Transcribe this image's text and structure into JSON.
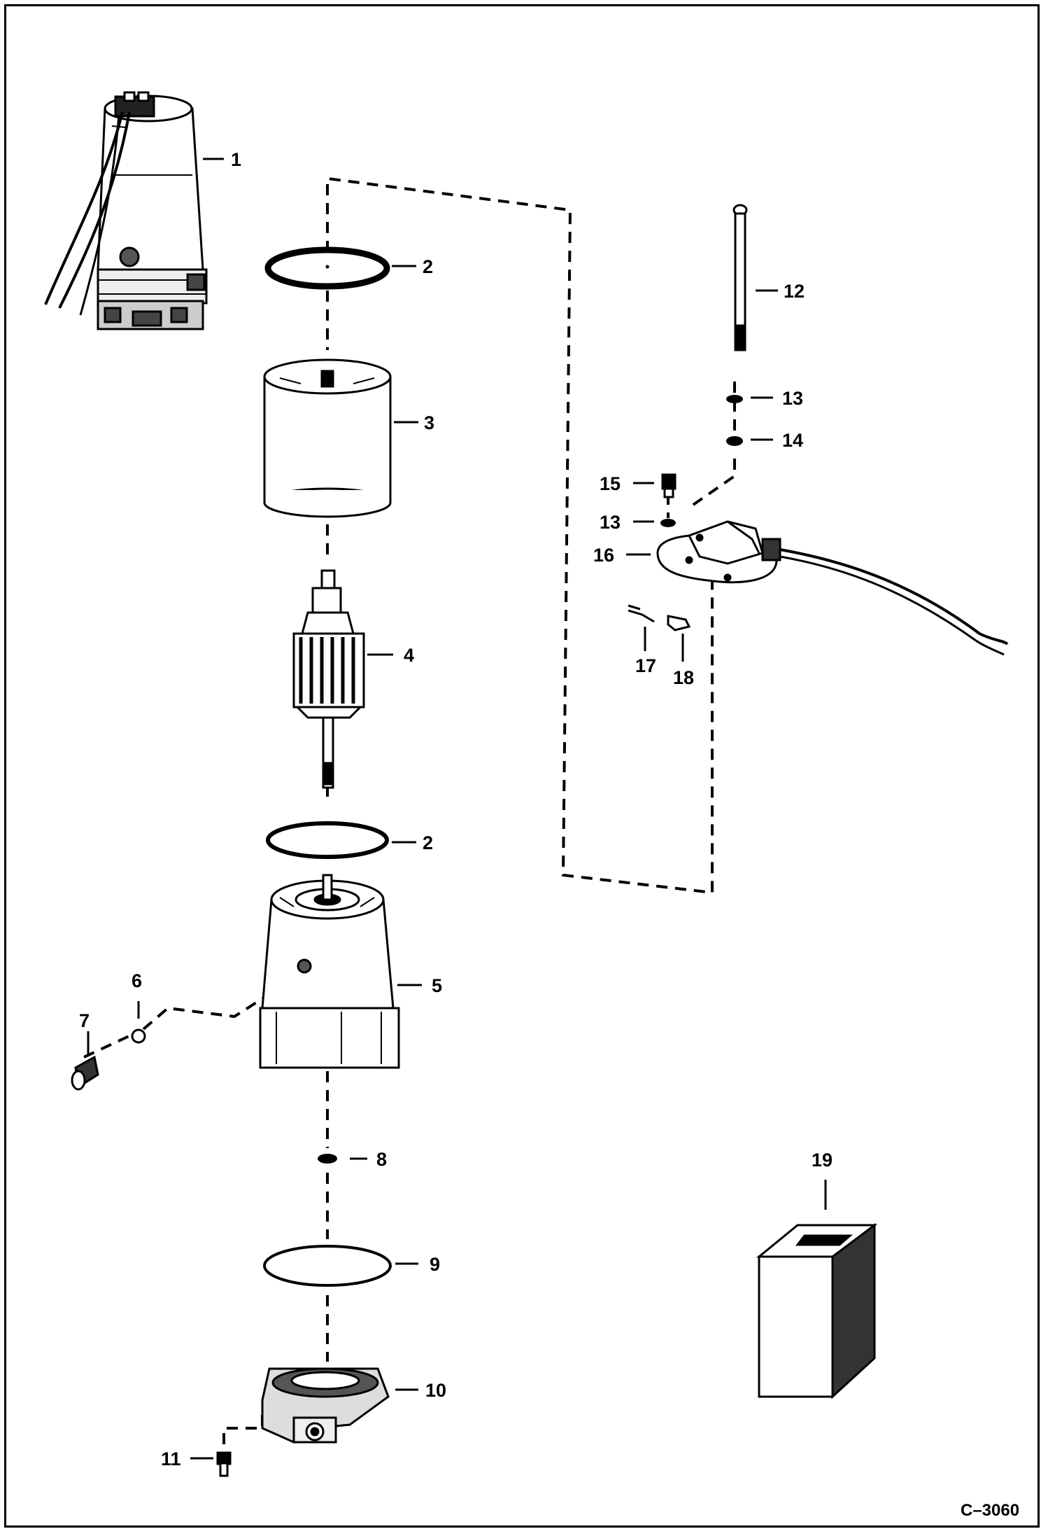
{
  "figure_ref": "C–3060",
  "callouts": [
    {
      "id": "1",
      "part": "pump-motor-assembly"
    },
    {
      "id": "2",
      "part": "o-ring-upper"
    },
    {
      "id": "3",
      "part": "housing-shell"
    },
    {
      "id": "4",
      "part": "armature"
    },
    {
      "id": "2",
      "part": "o-ring-lower"
    },
    {
      "id": "5",
      "part": "end-housing"
    },
    {
      "id": "6",
      "part": "seal-ring"
    },
    {
      "id": "7",
      "part": "plug"
    },
    {
      "id": "8",
      "part": "seal"
    },
    {
      "id": "9",
      "part": "o-ring"
    },
    {
      "id": "10",
      "part": "end-cap"
    },
    {
      "id": "11",
      "part": "screw"
    },
    {
      "id": "12",
      "part": "through-bolt"
    },
    {
      "id": "13",
      "part": "washer-upper"
    },
    {
      "id": "14",
      "part": "washer"
    },
    {
      "id": "15",
      "part": "screw"
    },
    {
      "id": "13",
      "part": "washer-lower"
    },
    {
      "id": "16",
      "part": "brush-plate-with-harness"
    },
    {
      "id": "17",
      "part": "spring"
    },
    {
      "id": "18",
      "part": "brush"
    },
    {
      "id": "19",
      "part": "kit-box"
    }
  ]
}
